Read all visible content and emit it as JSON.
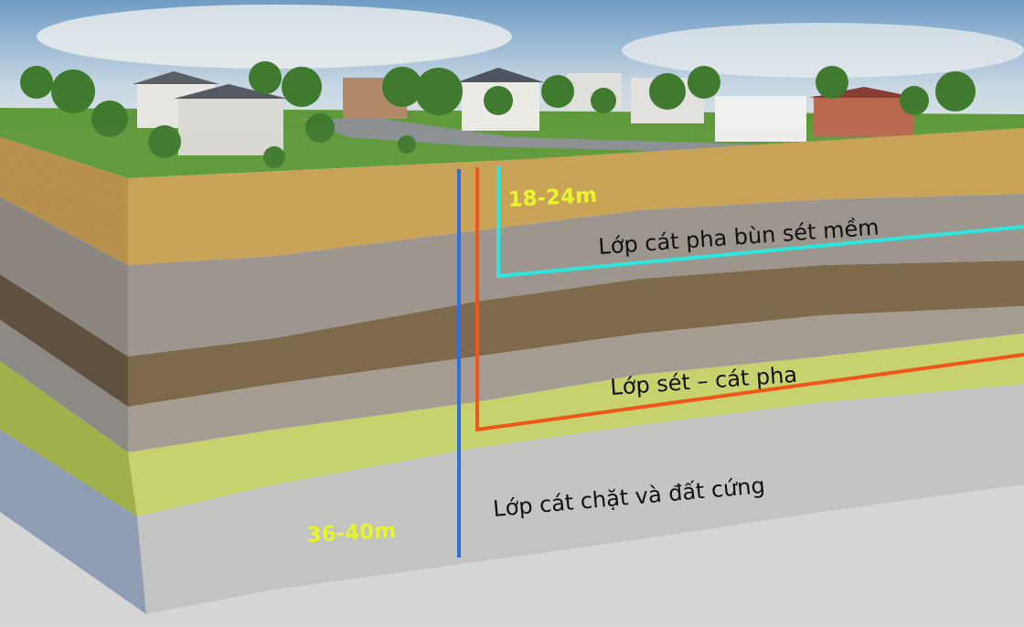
{
  "diagram": {
    "depth_labels": {
      "shallow": "18-24m",
      "deep": "36-40m"
    },
    "layer_labels": {
      "upper": "Lớp cát pha bùn sét mềm",
      "middle": "Lớp sét – cát pha",
      "lower": "Lớp cát chặt và đất cứng"
    },
    "pipe_colors": {
      "shallow_well": "#2ee6e0",
      "middle_well": "#f0561c",
      "deep_well": "#2f6fe0"
    }
  }
}
